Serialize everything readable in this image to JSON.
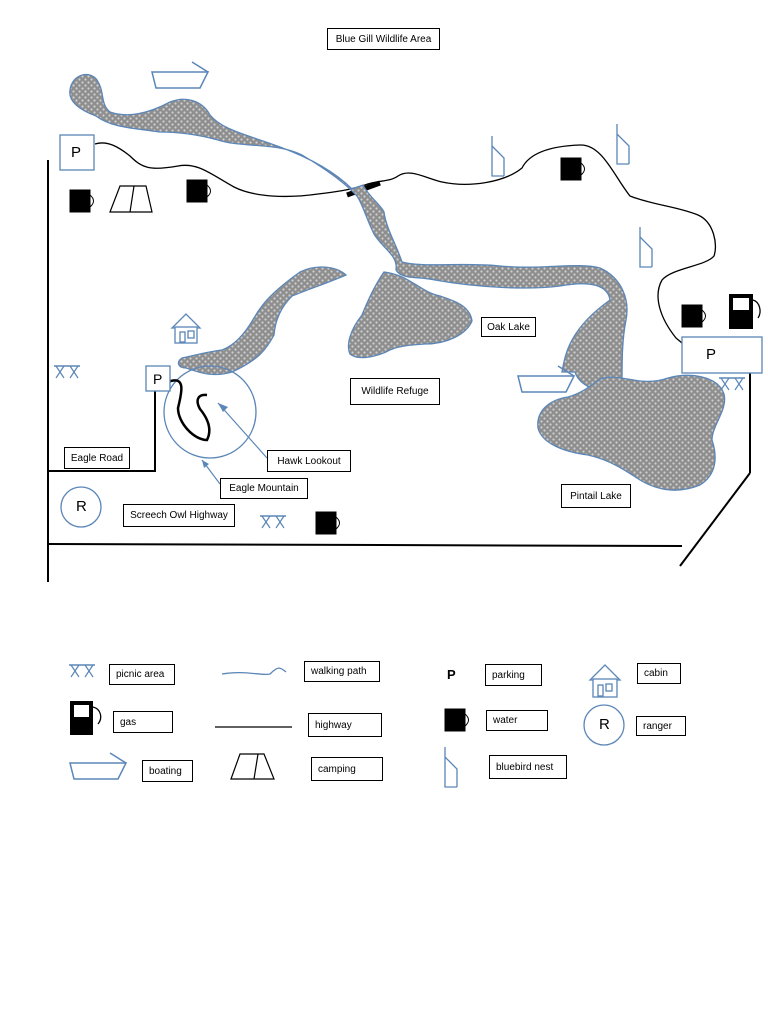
{
  "map": {
    "title": "Blue Gill Wildlife Area",
    "features": {
      "oak_lake": "Oak Lake",
      "wildlife_refuge": "Wildlife Refuge",
      "pintail_lake": "Pintail Lake",
      "hawk_lookout": "Hawk Lookout",
      "eagle_mountain": "Eagle Mountain",
      "eagle_road": "Eagle Road",
      "screech_owl_highway": "Screech Owl Highway"
    },
    "marker_letters": {
      "parking": "P",
      "ranger": "R"
    }
  },
  "legend": {
    "items": [
      {
        "key": "picnic_area",
        "label": "picnic area",
        "icon": "picnic-table-icon"
      },
      {
        "key": "walking_path",
        "label": "walking path",
        "icon": "walking-path-icon"
      },
      {
        "key": "parking",
        "label": "parking",
        "icon": "parking-icon",
        "symbol": "P"
      },
      {
        "key": "cabin",
        "label": "cabin",
        "icon": "cabin-icon"
      },
      {
        "key": "gas",
        "label": "gas",
        "icon": "gas-pump-icon"
      },
      {
        "key": "highway",
        "label": "highway",
        "icon": "highway-icon"
      },
      {
        "key": "water",
        "label": "water",
        "icon": "water-icon"
      },
      {
        "key": "ranger",
        "label": "ranger",
        "icon": "ranger-icon",
        "symbol": "R"
      },
      {
        "key": "boating",
        "label": "boating",
        "icon": "boat-icon"
      },
      {
        "key": "camping",
        "label": "camping",
        "icon": "tent-icon"
      },
      {
        "key": "bluebird_nest",
        "label": "bluebird nest",
        "icon": "bluebird-nest-icon"
      }
    ]
  },
  "colors": {
    "water_fill": "#8c8c8c",
    "water_outline": "#5b86b8",
    "symbol_blue": "#5b86b8",
    "line": "#000000"
  }
}
